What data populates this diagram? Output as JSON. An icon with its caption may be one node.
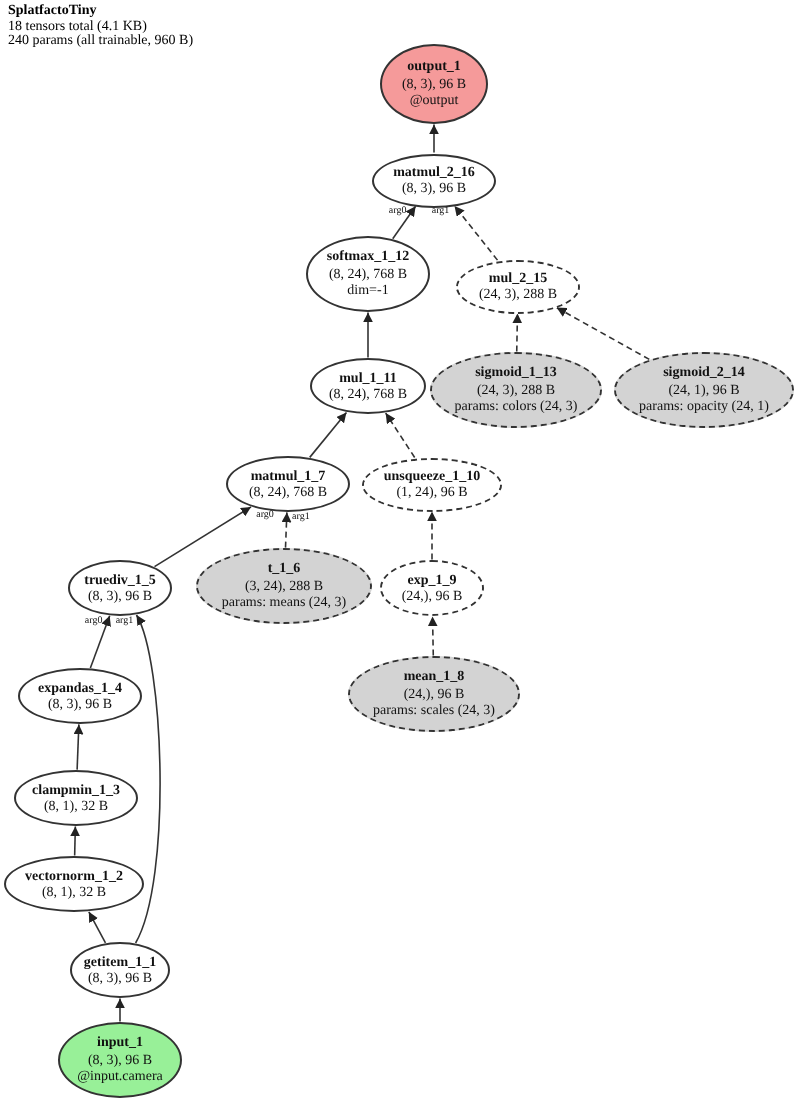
{
  "diagram": {
    "title": "SplatfactoTiny",
    "labels": [
      "18 tensors total (4.1 KB)",
      "240 params (all trainable, 960 B)"
    ],
    "nodes": [
      {
        "text": [
          "output_1",
          "(8, 3), 96 B",
          "@output"
        ]
      },
      {
        "text": [
          "matmul_2_16",
          "(8, 3), 96 B"
        ]
      },
      {
        "text": [
          "softmax_1_12",
          "(8, 24), 768 B",
          "dim=-1"
        ]
      },
      {
        "text": [
          "mul_2_15",
          "(24, 3), 288 B"
        ]
      },
      {
        "text": [
          "sigmoid_1_13",
          "(24, 3), 288 B",
          "params: colors (24, 3)"
        ]
      },
      {
        "text": [
          "sigmoid_2_14",
          "(24, 1), 96 B",
          "params: opacity (24, 1)"
        ]
      },
      {
        "text": [
          "mul_1_11",
          "(8, 24), 768 B"
        ]
      },
      {
        "text": [
          "matmul_1_7",
          "(8, 24), 768 B"
        ]
      },
      {
        "text": [
          "unsqueeze_1_10",
          "(1, 24), 96 B"
        ]
      },
      {
        "text": [
          "t_1_6",
          "(3, 24), 288 B",
          "params: means (24, 3)"
        ]
      },
      {
        "text": [
          "truediv_1_5",
          "(8, 3), 96 B"
        ]
      },
      {
        "text": [
          "exp_1_9",
          "(24,), 96 B"
        ]
      },
      {
        "text": [
          "mean_1_8",
          "(24,), 96 B",
          "params: scales (24, 3)"
        ]
      },
      {
        "text": [
          "expandas_1_4",
          "(8, 3), 96 B"
        ]
      },
      {
        "text": [
          "clampmin_1_3",
          "(8, 1), 32 B"
        ]
      },
      {
        "text": [
          "vectornorm_1_2",
          "(8, 1), 32 B"
        ]
      },
      {
        "text": [
          "getitem_1_1",
          "(8, 3), 96 B"
        ]
      },
      {
        "text": [
          "input_1",
          "(8, 3), 96 B",
          "@input.camera"
        ]
      }
    ],
    "edges": [
      {
        "from": 17,
        "to": 16,
        "arrow": "to"
      },
      {
        "from": 16,
        "to": 15,
        "arrow": "to"
      },
      {
        "from": 15,
        "to": 14,
        "arrow": "to"
      },
      {
        "from": 14,
        "to": 13,
        "arrow": "to"
      },
      {
        "from": 13,
        "to": 10,
        "arrow": "to",
        "label": "arg0"
      },
      {
        "from": 16,
        "to": 10,
        "arrow": "to",
        "label": "arg1"
      },
      {
        "from": 10,
        "to": 7,
        "arrow": "to",
        "label": "arg0"
      },
      {
        "from": 9,
        "to": 7,
        "arrow": "to",
        "label": "arg1",
        "style": "dashed"
      },
      {
        "from": 12,
        "to": 11,
        "arrow": "to",
        "style": "dashed"
      },
      {
        "from": 11,
        "to": 8,
        "arrow": "to",
        "style": "dashed"
      },
      {
        "from": 7,
        "to": 6,
        "arrow": "to"
      },
      {
        "from": 8,
        "to": 6,
        "arrow": "to",
        "style": "dashed"
      },
      {
        "from": 6,
        "to": 2,
        "arrow": "to"
      },
      {
        "from": 2,
        "to": 1,
        "arrow": "to",
        "label": "arg0"
      },
      {
        "from": 3,
        "to": 1,
        "arrow": "to",
        "label": "arg1",
        "style": "dashed"
      },
      {
        "from": 4,
        "to": 3,
        "arrow": "to",
        "style": "dashed"
      },
      {
        "from": 5,
        "to": 3,
        "arrow": "to",
        "style": "dashed"
      },
      {
        "from": 1,
        "to": 0,
        "arrow": "to"
      }
    ]
  }
}
